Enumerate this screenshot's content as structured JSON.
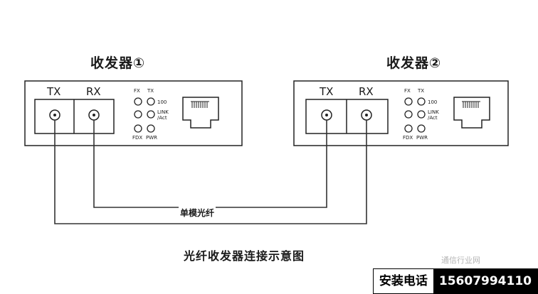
{
  "diagram": {
    "transceiver1_title": "收发器①",
    "transceiver2_title": "收发器②",
    "tx_label": "TX",
    "rx_label": "RX",
    "led_fx": "FX",
    "led_tx": "TX",
    "led_100": "100",
    "led_link_line1": "LINK",
    "led_link_line2": "/Act",
    "led_fdx": "FDX",
    "led_pwr": "PWR",
    "fiber_label": "单模光纤",
    "caption": "光纤收发器连接示意图",
    "watermark": "通信行业网"
  },
  "contact": {
    "label": "安装电话",
    "phone": "15607994110"
  }
}
